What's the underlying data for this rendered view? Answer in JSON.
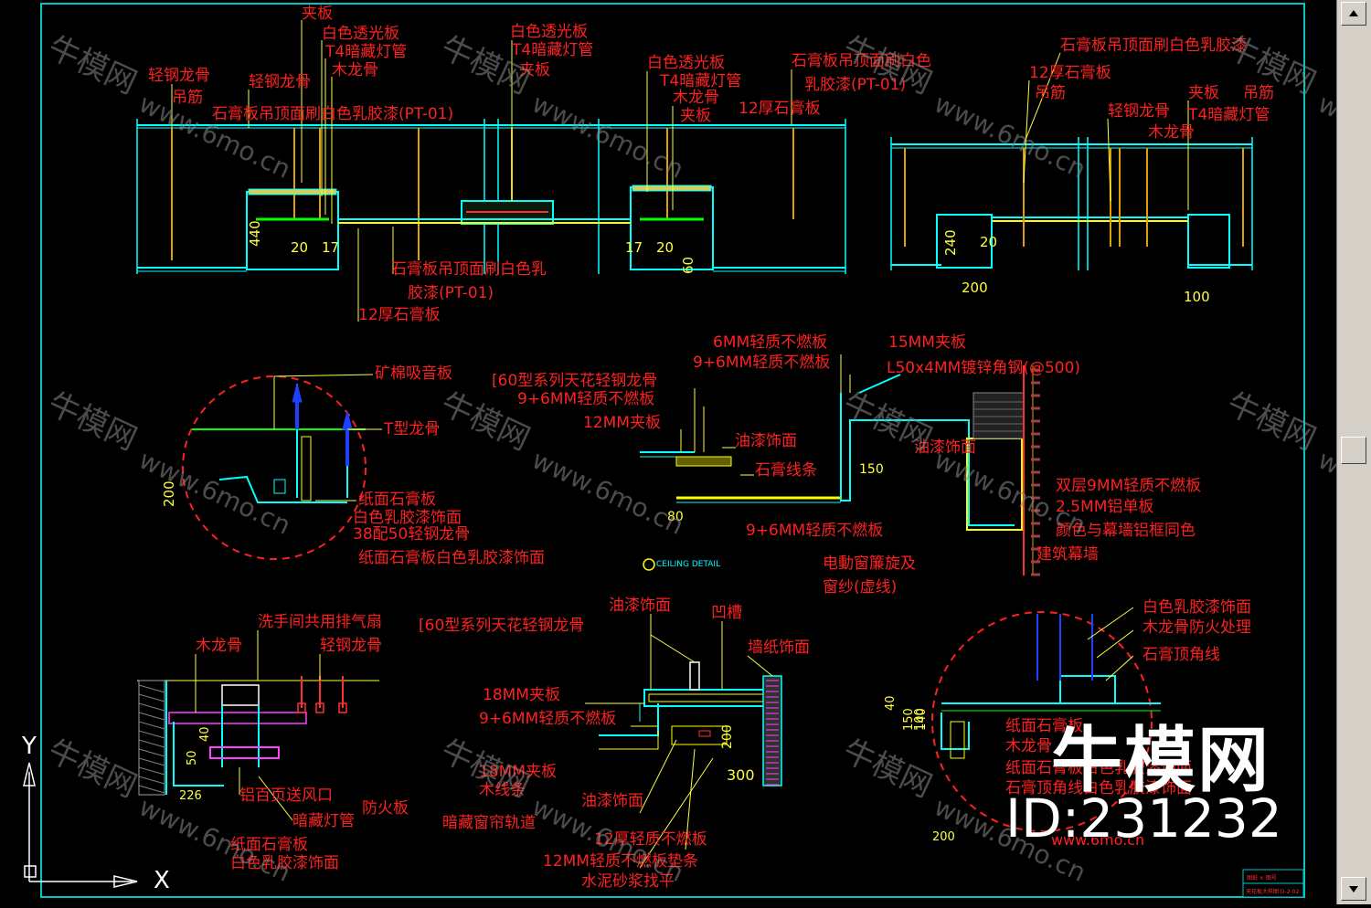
{
  "drawing": {
    "top_section": {
      "left": [
        "夹板",
        "白色透光板",
        "T4暗藏灯管",
        "木龙骨",
        "轻钢龙骨",
        "轻钢龙骨",
        "吊筋",
        "石膏板吊顶面刷白色乳胶漆(PT-01)",
        "白色透光板",
        "T4暗藏灯管",
        "夹板",
        "白色透光板",
        "T4暗藏灯管",
        "木龙骨",
        "夹板",
        "石膏板吊顶面刷白色",
        "乳胶漆(PT-01)",
        "12厚石膏板",
        "石膏板吊顶面刷白色乳",
        "胶漆(PT-01)",
        "12厚石膏板"
      ],
      "left_dims": [
        "440",
        "20",
        "17",
        "17",
        "20",
        "60"
      ],
      "right": [
        "石膏板吊顶面刷白色乳胶漆",
        "12厚石膏板",
        "吊筋",
        "夹板",
        "吊筋",
        "轻钢龙骨",
        "T4暗藏灯管",
        "木龙骨"
      ],
      "right_dims": [
        "240",
        "20",
        "200",
        "100"
      ]
    },
    "mid_left": [
      "矿棉吸音板",
      "T型龙骨",
      "纸面石膏板",
      "白色乳胶漆饰面",
      "38配50轻钢龙骨",
      "纸面石膏板白色乳胶漆饰面"
    ],
    "mid_left_dims": [
      "200"
    ],
    "mid_right": [
      "6MM轻质不燃板",
      "9+6MM轻质不燃板",
      "15MM夹板",
      "L50x4MM镀锌角钢(@500)",
      "[60型系列天花轻钢龙骨",
      "9+6MM轻质不燃板",
      "12MM夹板",
      "油漆饰面",
      "石膏线条",
      "油漆饰面",
      "双层9MM轻质不燃板",
      "2.5MM铝单板",
      "颜色与幕墙铝框同色",
      "建筑幕墙",
      "9+6MM轻质不燃板",
      "电動窗簾旋及",
      "窗纱(虚线)",
      "CEILING DETAIL"
    ],
    "mid_right_dims": [
      "150",
      "80"
    ],
    "bottom_left": [
      "洗手间共用排气扇",
      "木龙骨",
      "轻钢龙骨",
      "铝百页送风口",
      "暗藏灯管",
      "纸面石膏板",
      "防火板",
      "白色乳胶漆饰面",
      "40",
      "50",
      "226"
    ],
    "bottom_mid": [
      "油漆饰面",
      "[60型系列天花轻钢龙骨",
      "凹槽",
      "墙纸饰面",
      "18MM夹板",
      "9+6MM轻质不燃板",
      "18MM夹板",
      "木线条",
      "油漆饰面",
      "暗藏窗帘轨道",
      "12厚轻质不燃板",
      "12MM轻质不燃板垫条",
      "水泥砂浆找平",
      "300",
      "200"
    ],
    "bottom_right": [
      "白色乳胶漆饰面",
      "木龙骨防火处理",
      "石膏顶角线",
      "纸面石膏板",
      "木龙骨",
      "纸面石膏板白色乳胶漆饰面",
      "石膏顶角线白色乳胶漆饰面",
      "40",
      "150",
      "140",
      "200",
      "100"
    ]
  },
  "ucs": {
    "y_label": "Y",
    "x_label": "X"
  },
  "watermark": {
    "brand": "牛模网",
    "id": "ID:231232",
    "site": "www.6mo.cn"
  },
  "title_block": {
    "line1": "图纸 × 图号",
    "line2": "天花板大样图 D-2-02"
  },
  "colors": {
    "background": "#000000",
    "frame": "#00c8c8",
    "label": "#ff2020",
    "leader": "#ffff40",
    "wall": "#00ffff",
    "fill": "#ffff00",
    "green": "#00ff00",
    "blue": "#2040ff",
    "white": "#ffffff"
  }
}
